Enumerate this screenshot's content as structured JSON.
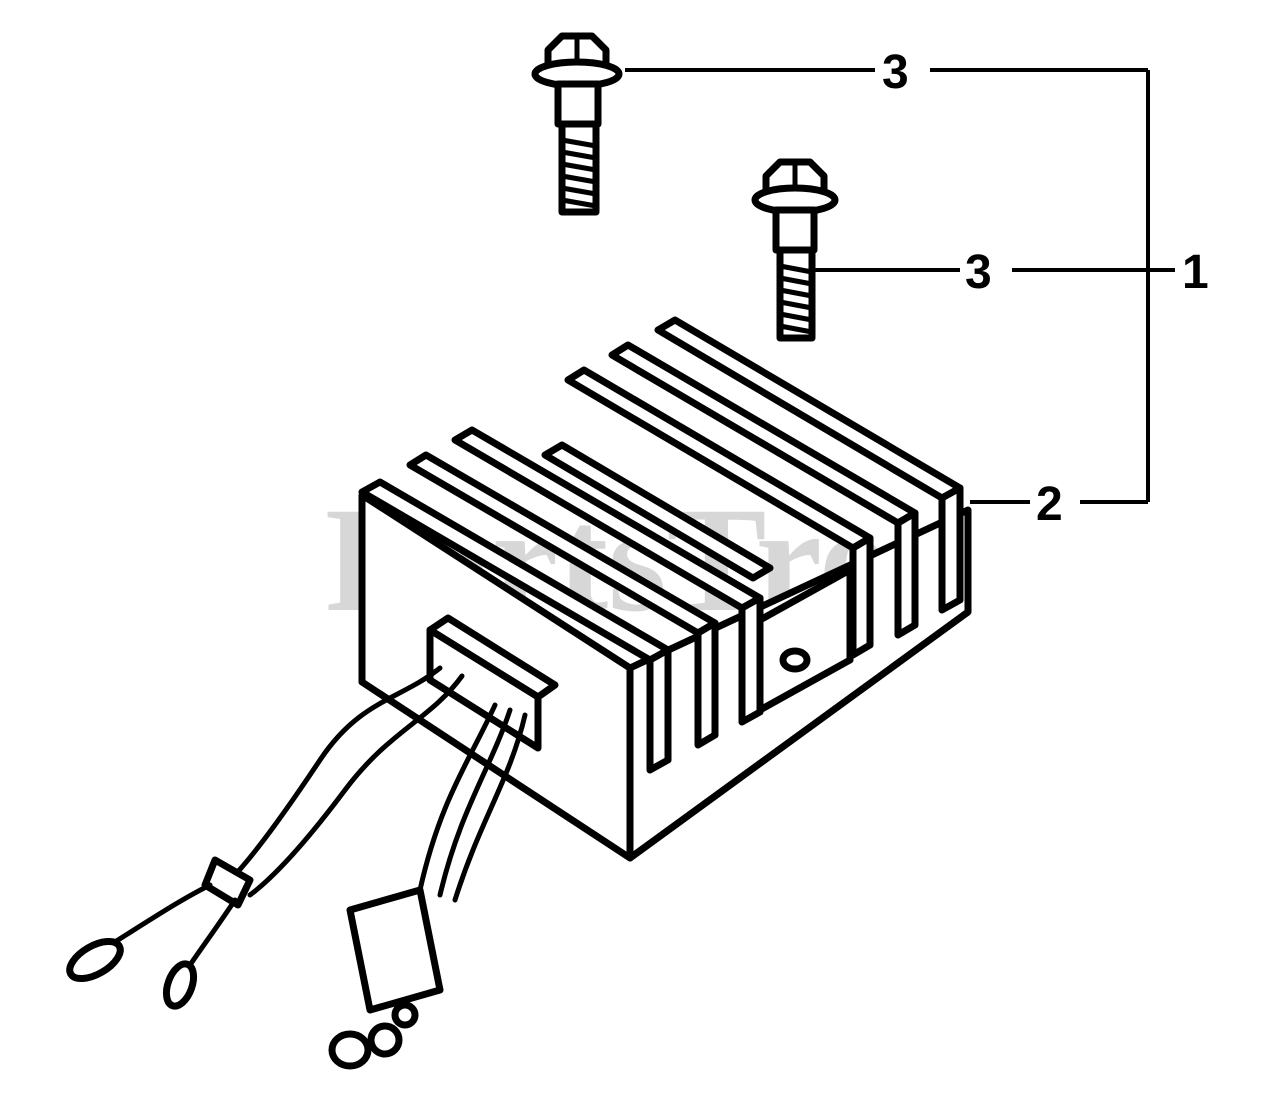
{
  "watermark": {
    "text": "PartsTree",
    "color": "#b8b8b8"
  },
  "callouts": {
    "bolt_top": "3",
    "bolt_mid": "3",
    "assembly": "1",
    "regulator": "2"
  },
  "icons": {
    "bolt": "flange-bolt-icon",
    "regulator": "rectifier-regulator-icon",
    "connector": "wire-connector-icon"
  },
  "colors": {
    "ink": "#000000",
    "paper": "#ffffff"
  }
}
